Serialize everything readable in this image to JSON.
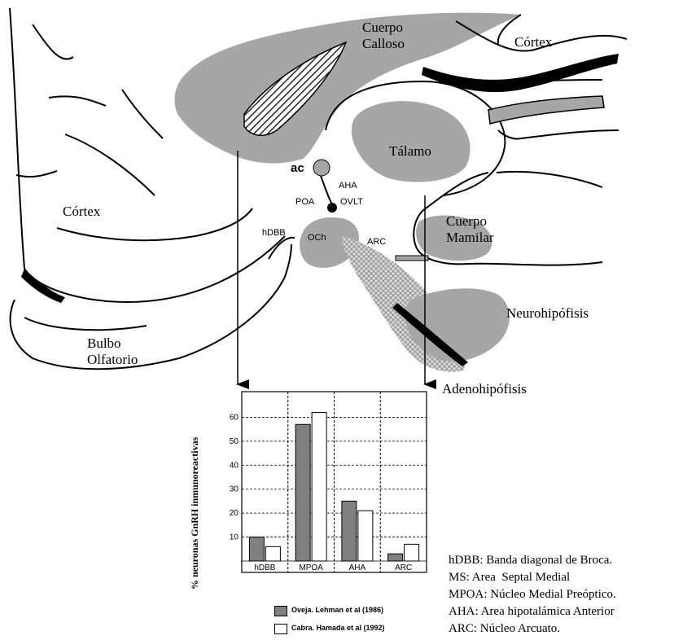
{
  "labels": {
    "corpus_callosum": "Cuerpo\nCalloso",
    "cortex_top": "Córtex",
    "cortex_left": "Córtex",
    "thalamus": "Tálamo",
    "ac": "ac",
    "aha": "AHA",
    "poa": "POA",
    "ovlt": "OVLT",
    "hdbb": "hDBB",
    "och": "OCh",
    "arc": "ARC",
    "mammillary": "Cuerpo\nMamilar",
    "olfactory_bulb": "Bulbo\nOlfatorio",
    "neurohypophysis": "Neurohipófisis",
    "adenohypophysis": "Adenohipófisis"
  },
  "chart_data": {
    "type": "bar",
    "categories": [
      "hDBB",
      "MPOA",
      "AHA",
      "ARC"
    ],
    "series": [
      {
        "name": "Oveja. Lehman et al (1986)",
        "values": [
          10,
          57,
          25,
          3
        ],
        "color": "#808080"
      },
      {
        "name": "Cabra. Hamada et al (1992)",
        "values": [
          6,
          62,
          21,
          7
        ],
        "color": "#ffffff"
      }
    ],
    "ylabel": "% neuronas GnRH inmunoreactivas",
    "yticks": [
      10,
      20,
      30,
      40,
      50,
      60
    ],
    "ylim": [
      0,
      70
    ],
    "grid": true
  },
  "legend_lines": [
    "hDBB: Banda diagonal de Broca.",
    "MS: Area  Septal Medial",
    "MPOA: Núcleo Medial Preóptico.",
    "AHA: Area hipotalámica Anterior",
    "ARC: Núcleo Arcuato."
  ]
}
